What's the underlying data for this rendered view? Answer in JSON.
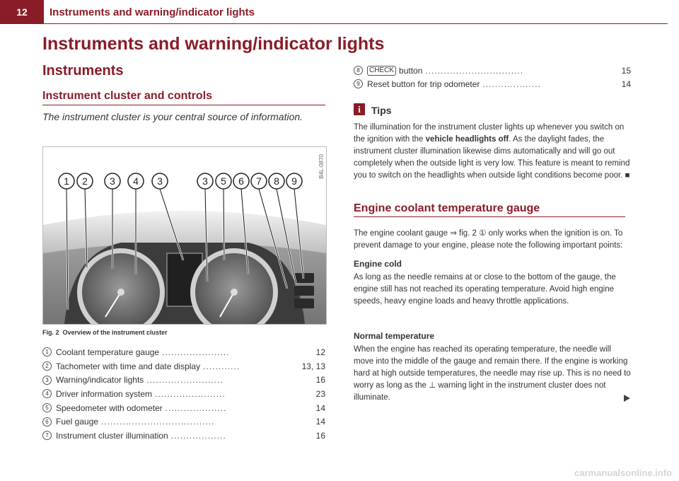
{
  "header": {
    "page_number": "12",
    "title": "Instruments and warning/indicator lights"
  },
  "left": {
    "h1": "Instruments and warning/indicator lights",
    "h2": "Instruments",
    "h3": "Instrument cluster and controls",
    "intro": "The instrument cluster is your central source of information.",
    "figure": {
      "code": "B4L-0870",
      "callouts": [
        "1",
        "2",
        "3",
        "4",
        "3",
        "3",
        "5",
        "6",
        "7",
        "8",
        "9"
      ],
      "caption_label": "Fig. 2",
      "caption_text": "Overview of the instrument cluster"
    },
    "legend": [
      {
        "num": "1",
        "label": "Coolant temperature gauge",
        "dots": "......................",
        "page": "12"
      },
      {
        "num": "2",
        "label": "Tachometer with time and date display",
        "dots": "............",
        "page": "13, 13"
      },
      {
        "num": "3",
        "label": "Warning/indicator lights",
        "dots": ".........................",
        "page": "16"
      },
      {
        "num": "4",
        "label": "Driver information system",
        "dots": ".......................",
        "page": "23"
      },
      {
        "num": "5",
        "label": "Speedometer with odometer",
        "dots": "....................",
        "page": "14"
      },
      {
        "num": "6",
        "label": "Fuel gauge",
        "dots": ".....................................",
        "page": "14"
      },
      {
        "num": "7",
        "label": "Instrument cluster illumination",
        "dots": "..................",
        "page": "16"
      }
    ]
  },
  "right": {
    "list": [
      {
        "num": "8",
        "key": "CHECK",
        "label": "button",
        "dots": "................................",
        "page": "15"
      },
      {
        "num": "9",
        "key": "",
        "label": "Reset button for trip odometer",
        "dots": "...................",
        "page": "14"
      }
    ],
    "tips_title": "Tips",
    "tips": {
      "before": "The illumination for the instrument cluster lights up whenever you switch on the ignition with the ",
      "bold": "vehicle headlights off",
      "after": ". As the daylight fades, the instrument cluster illumination likewise dims automatically and will go out completely when the outside light is very low. This feature is meant to remind you to switch on the headlights when outside light conditions become poor. ■"
    },
    "coolant_heading": "Engine coolant temperature gauge",
    "coolant_text": "The engine coolant gauge ⇒ fig. 2 ① only works when the ignition is on. To prevent damage to your engine, please note the following important points:",
    "cold_heading": "Engine cold",
    "cold_text": "As long as the needle remains at or close to the bottom of the gauge, the engine still has not reached its operating temperature. Avoid high engine speeds, heavy engine loads and heavy throttle applications.",
    "normal_heading": "Normal temperature",
    "normal_text": "When the engine has reached its operating temperature, the needle will move into the middle of the gauge and remain there. If the engine is working hard at high outside temperatures, the needle may rise up. This is no need to worry as long as the ⊥ warning light in the instrument cluster does not illuminate."
  },
  "watermark": "carmanualsonline.info"
}
